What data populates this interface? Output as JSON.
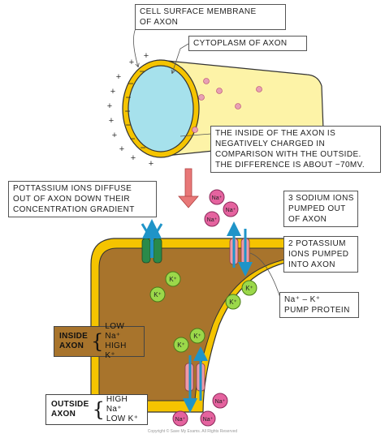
{
  "colors": {
    "axon_wall": "#fdf3a7",
    "cytoplasm": "#a6e1ec",
    "membrane_outline": "#f5c400",
    "axon_inner": "#a8742c",
    "channel_green": "#2a8a4a",
    "pump_pink": "#ee9aa8",
    "arrow_blue": "#1f94c8",
    "k_ion": "#9bd84a",
    "na_ion": "#e5639f",
    "big_arrow": "#e87878",
    "key_inside_bg": "#a8742c"
  },
  "labels": {
    "cell_membrane": [
      "CELL SURFACE MEMBRANE",
      "OF AXON"
    ],
    "cytoplasm": "CYTOPLASM OF AXON",
    "inside_negative": [
      "THE INSIDE OF THE AXON IS",
      "NEGATIVELY CHARGED IN",
      "COMPARISON WITH THE OUTSIDE.",
      "THE DIFFERENCE IS ABOUT −70mV."
    ],
    "potassium_diffuse": [
      "POTTASSIUM IONS DIFFUSE",
      "OUT OF AXON DOWN THEIR",
      "CONCENTRATION GRADIENT"
    ],
    "sodium_pumped": [
      "3 SODIUM IONS",
      "PUMPED OUT",
      "OF AXON"
    ],
    "potassium_pumped": [
      "2 POTASSIUM",
      "IONS PUMPED",
      "INTO AXON"
    ],
    "pump_protein_formula": "Na⁺ – K⁺",
    "pump_protein_text": "PUMP PROTEIN"
  },
  "ions": {
    "k": "K⁺",
    "na": "Na⁺"
  },
  "key_inside": {
    "heading": [
      "INSIDE",
      "AXON"
    ],
    "lines": [
      "LOW Na⁺",
      "HIGH K⁺"
    ]
  },
  "key_outside": {
    "heading": [
      "OUTSIDE",
      "AXON"
    ],
    "lines": [
      "HIGH Na⁺",
      "LOW K⁺"
    ]
  },
  "signs": {
    "minus": "−",
    "plus": "+"
  },
  "copyright": "Copyright © Save My Exams. All Rights Reserved"
}
